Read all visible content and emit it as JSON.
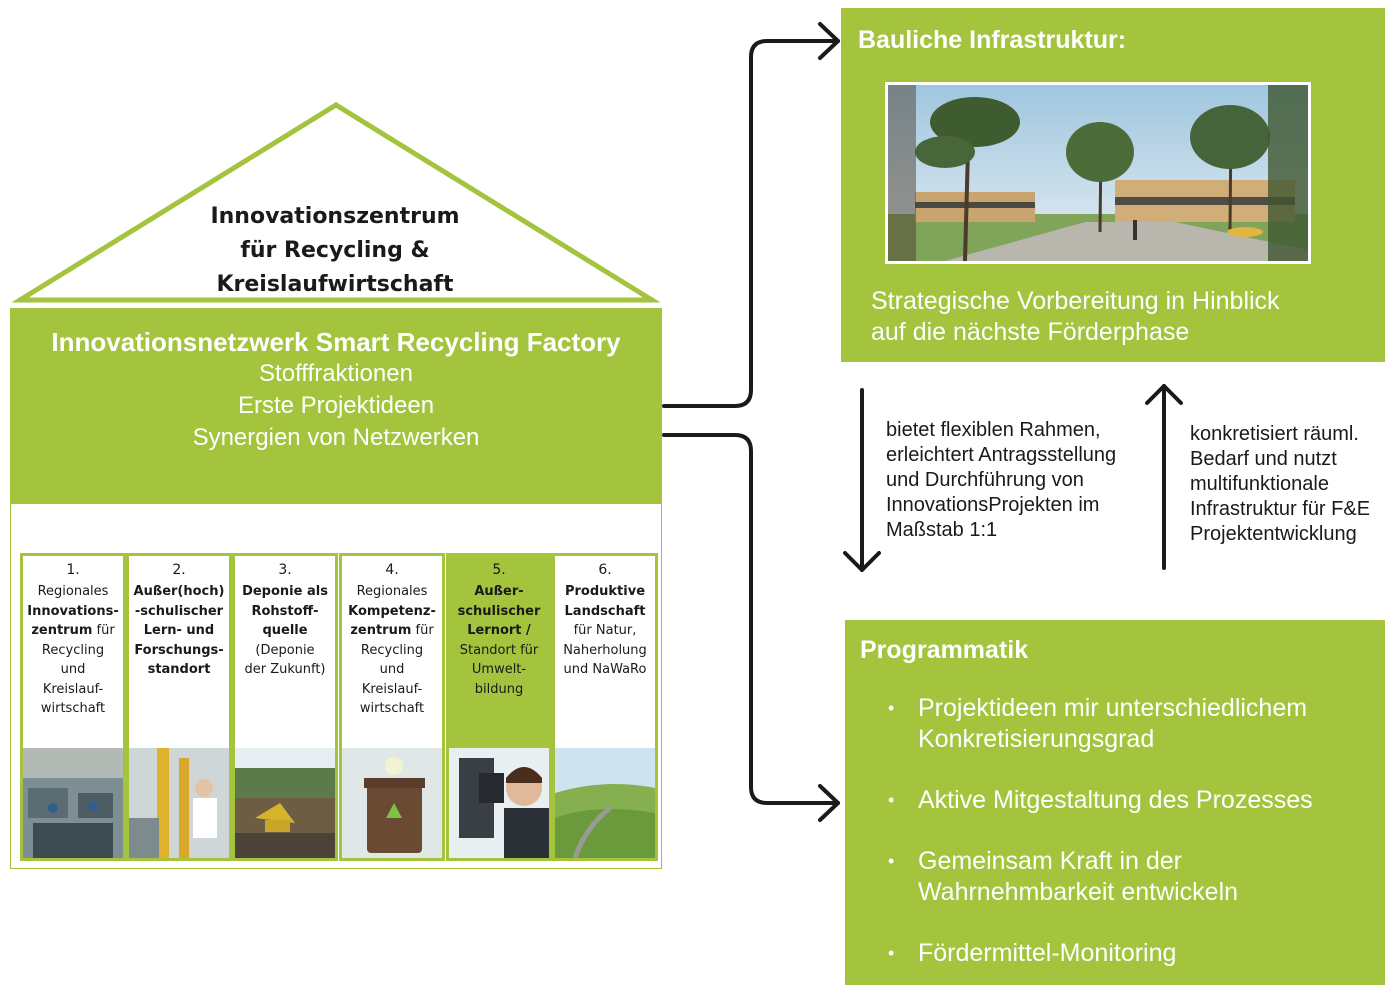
{
  "house": {
    "roof_title": [
      "Innovationszentrum",
      "für Recycling &",
      "Kreislaufwirtschaft"
    ],
    "network": {
      "title": "Innovationsnetzwerk Smart Recycling Factory",
      "lines": [
        "Stofffraktionen",
        "Erste Projektideen",
        "Synergien von Netzwerken"
      ]
    },
    "pillars": [
      {
        "num": "1.",
        "lines": [
          {
            "t": "Regionales",
            "b": false
          },
          {
            "t": "Innovations-",
            "b": true
          },
          {
            "t": "zentrum",
            "b": true,
            "suffix": " für"
          },
          {
            "t": "Recycling",
            "b": false
          },
          {
            "t": "und",
            "b": false
          },
          {
            "t": "Kreislauf-",
            "b": false
          },
          {
            "t": "wirtschaft",
            "b": false
          }
        ],
        "highlight": false,
        "image": "factory-workers-photo"
      },
      {
        "num": "2.",
        "lines": [
          {
            "t": "Außer(hoch)",
            "b": true
          },
          {
            "t": "-schulischer",
            "b": true
          },
          {
            "t": "Lern- und",
            "b": true
          },
          {
            "t": "Forschungs-",
            "b": true
          },
          {
            "t": "standort",
            "b": true
          }
        ],
        "highlight": false,
        "image": "lab-researcher-photo"
      },
      {
        "num": "3.",
        "lines": [
          {
            "t": "Deponie als",
            "b": true
          },
          {
            "t": "Rohstoff-",
            "b": true
          },
          {
            "t": "quelle",
            "b": true
          },
          {
            "t": "(Deponie",
            "b": false
          },
          {
            "t": "der Zukunft)",
            "b": false
          }
        ],
        "highlight": false,
        "image": "landfill-excavator-photo"
      },
      {
        "num": "4.",
        "lines": [
          {
            "t": "Regionales",
            "b": false
          },
          {
            "t": "Kompetenz-",
            "b": true
          },
          {
            "t": "zentrum",
            "b": true,
            "suffix": " für"
          },
          {
            "t": "Recycling",
            "b": false
          },
          {
            "t": "und",
            "b": false
          },
          {
            "t": "Kreislauf-",
            "b": false
          },
          {
            "t": "wirtschaft",
            "b": false
          }
        ],
        "highlight": false,
        "image": "recycling-bin-photo"
      },
      {
        "num": "5.",
        "lines": [
          {
            "t": "Außer-",
            "b": true
          },
          {
            "t": "schulischer",
            "b": true
          },
          {
            "t": "Lernort /",
            "b": true
          },
          {
            "t": "Standort für",
            "b": false
          },
          {
            "t": "Umwelt-",
            "b": false
          },
          {
            "t": "bildung",
            "b": false
          }
        ],
        "highlight": true,
        "image": "student-microscope-photo"
      },
      {
        "num": "6.",
        "lines": [
          {
            "t": "Produktive",
            "b": true
          },
          {
            "t": "Landschaft",
            "b": true
          },
          {
            "t": "für Natur,",
            "b": false
          },
          {
            "t": "Naherholung",
            "b": false
          },
          {
            "t": "und NaWaRo",
            "b": false
          }
        ],
        "highlight": false,
        "image": "green-landscape-photo"
      }
    ]
  },
  "infrastructure": {
    "title": "Bauliche Infrastruktur:",
    "image": "building-rendering-photo",
    "text_lines": [
      "Strategische Vorbereitung in Hinblick",
      "auf die nächste Förderphase"
    ]
  },
  "left_relation": {
    "lines": [
      "bietet flexiblen Rahmen,",
      "erleichtert Antragsstellung",
      "und Durchführung von",
      "InnovationsProjekten im",
      "Maßstab 1:1"
    ]
  },
  "right_relation": {
    "lines": [
      "konkretisiert räuml.",
      "Bedarf und nutzt",
      "multifunktionale",
      "Infrastruktur für F&E",
      "Projektentwicklung"
    ]
  },
  "programmatik": {
    "title": "Programmatik",
    "bullets": [
      [
        "Projektideen mir unterschiedlichem",
        "Konkretisierungsgrad"
      ],
      [
        "Aktive Mitgestaltung des Prozesses"
      ],
      [
        "Gemeinsam Kraft in der",
        "Wahrnehmbarkeit entwickeln"
      ],
      [
        "Fördermittel-Monitoring"
      ]
    ]
  },
  "colors": {
    "accent": "#a3c43c",
    "text": "#1a1a1a",
    "arrow": "#1a1a1a"
  }
}
